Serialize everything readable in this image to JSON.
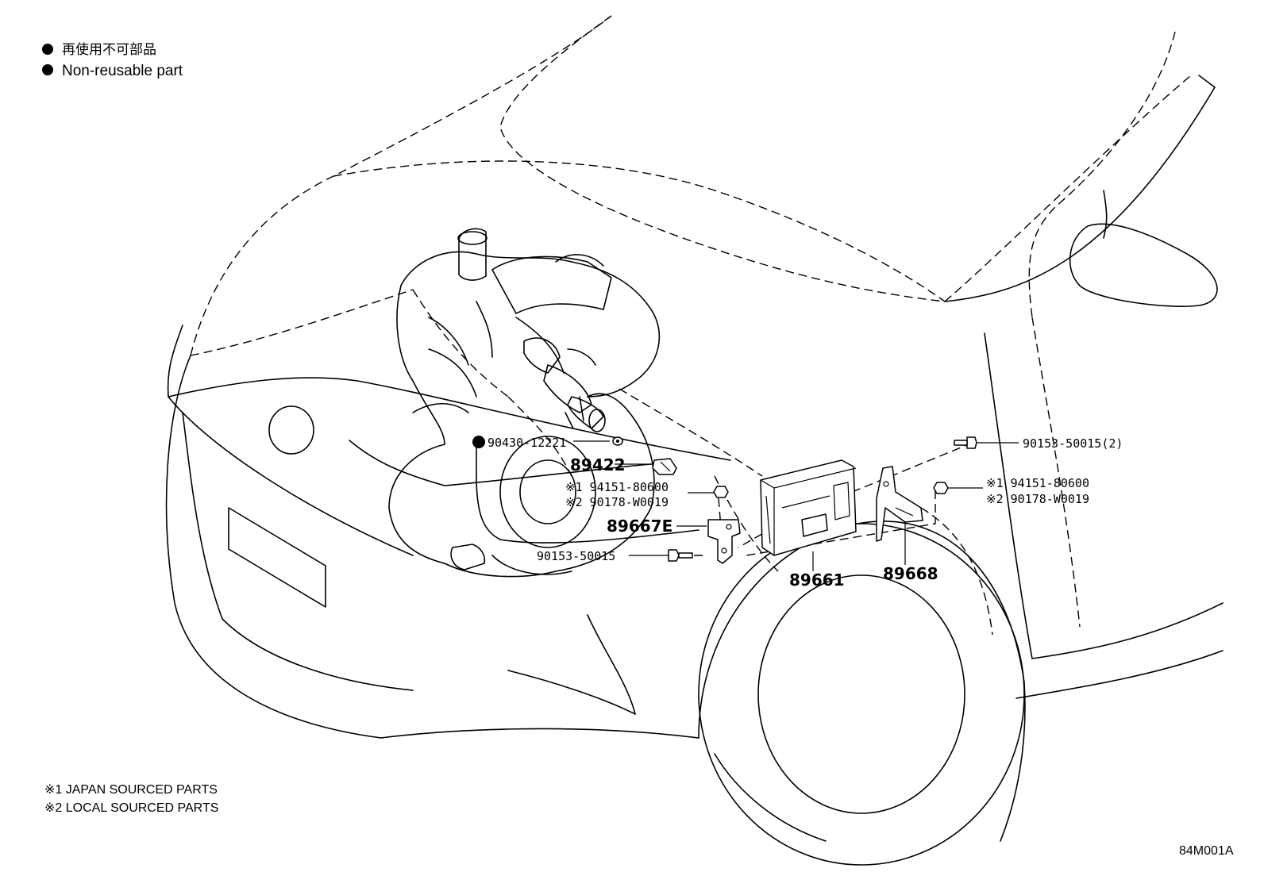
{
  "legend": {
    "non_reusable_jp": "再使用不可部品",
    "non_reusable_en": "Non-reusable part"
  },
  "notes": {
    "japan": "※1 JAPAN SOURCED PARTS",
    "local": "※2 LOCAL SOURCED PARTS"
  },
  "figure_code": "84M001A",
  "callouts": {
    "gasket": "90430-12221",
    "sensor": "89422",
    "nut_left_japan": "※1 94151-80600",
    "nut_left_local": "※2 90178-W0019",
    "bracket_small": "89667E",
    "bolt_left": "90153-50015",
    "bolt_right": "90153-50015(2)",
    "nut_right_japan": "※1 94151-80600",
    "nut_right_local": "※2 90178-W0019",
    "ecu": "89661",
    "bracket_large": "89668"
  }
}
